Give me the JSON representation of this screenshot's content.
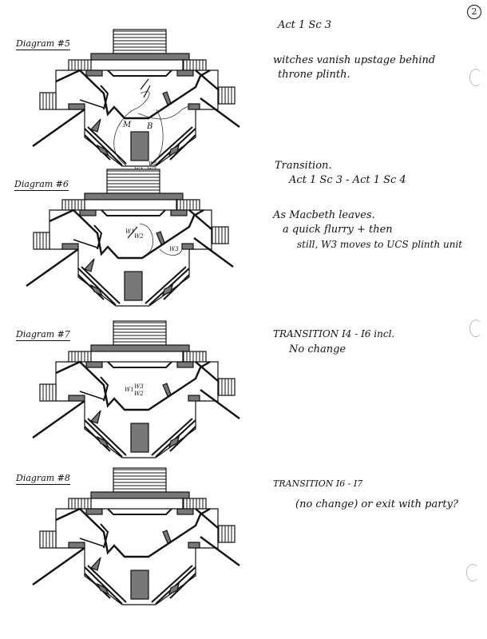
{
  "page_number": "2",
  "diagrams": [
    {
      "label": "Diagram #5",
      "notes": [
        "Act 1 Sc 3",
        "witches vanish upstage behind",
        "throne plinth."
      ],
      "marks": [
        "M",
        "B",
        "W1",
        "W3",
        "W2"
      ]
    },
    {
      "label": "Diagram #6",
      "notes": [
        "Transition.",
        "Act 1 Sc 3 - Act 1 Sc 4",
        "As Macbeth leaves.",
        "a quick flurry + then",
        "still, W3 moves to UCS plinth unit"
      ],
      "marks": [
        "W1",
        "W2",
        "W3"
      ]
    },
    {
      "label": "Diagram #7",
      "notes": [
        "TRANSITION I4 - I6 incl.",
        "No change"
      ],
      "marks": [
        "W1",
        "W3",
        "W2"
      ]
    },
    {
      "label": "Diagram #8",
      "notes": [
        "TRANSITION I6 - I7",
        "(no change) or exit with party?"
      ],
      "marks": []
    }
  ],
  "colors": {
    "ink": "#111111",
    "shade": "#777777"
  }
}
